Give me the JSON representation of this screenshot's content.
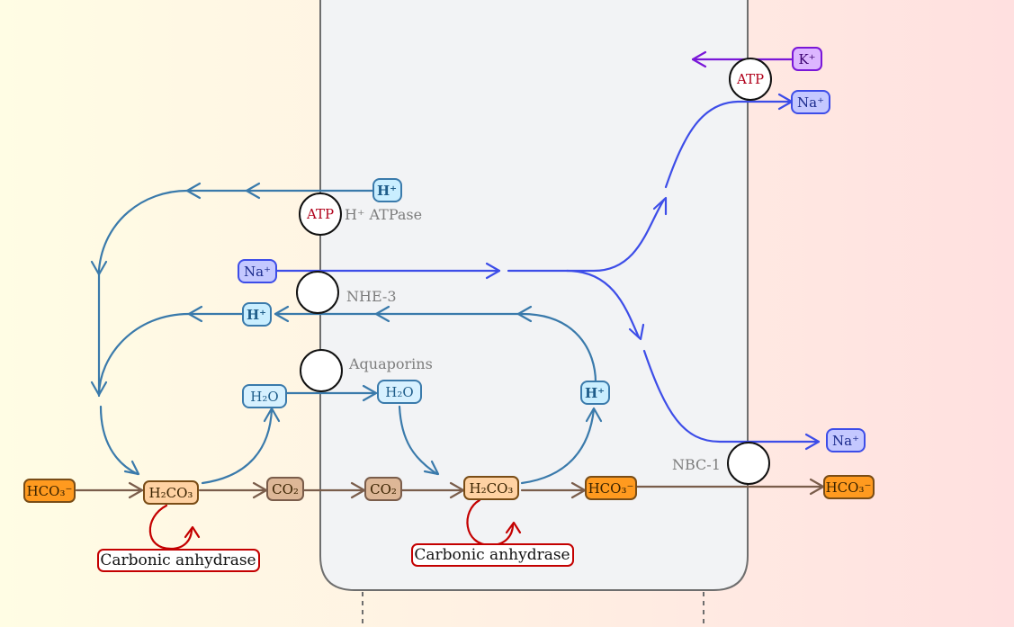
{
  "captions": {
    "h_atpase": "H⁺ ATPase",
    "nhe3": "NHE-3",
    "aquaporins": "Aquaporins",
    "nbc1": "NBC-1"
  },
  "atp": {
    "label": "ATP"
  },
  "enzymes": {
    "left": "Carbonic anhydrase",
    "right": "Carbonic anhydrase"
  },
  "ions": {
    "k": "K⁺",
    "na_top": "Na⁺",
    "na_left": "Na⁺",
    "na_right": "Na⁺",
    "h_top": "H⁺",
    "h_left": "H⁺",
    "h_cell": "H⁺"
  },
  "molecules": {
    "hco3_lumen": "HCO₃⁻",
    "h2co3_lumen": "H₂CO₃",
    "co2_lumen": "CO₂",
    "h2o_lumen": "H₂O",
    "h2o_cell": "H₂O",
    "co2_cell": "CO₂",
    "h2co3_cell": "H₂CO₃",
    "hco3_cell": "HCO₃⁻",
    "hco3_blood": "HCO₃⁻"
  },
  "colors": {
    "lumen_bg_left": "#fffde3",
    "blood_bg_right": "#ffe0e0",
    "cell_fill": "#f2f3f5",
    "cell_stroke": "#6e6e6e",
    "proton_arrow": "#3a7aab",
    "sodium_arrow": "#3d4de8",
    "potassium_arrow": "#7a17d8",
    "carbon_arrow": "#7a5d4b",
    "enzyme_red": "#c40000"
  }
}
